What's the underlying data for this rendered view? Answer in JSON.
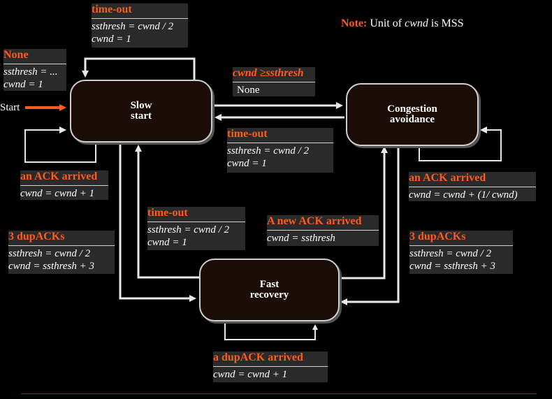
{
  "note": {
    "label": "Note:",
    "text_before": "Unit of",
    "variable": "cwnd",
    "text_after": "is MSS"
  },
  "start_label": "Start",
  "states": {
    "slow_start": [
      "Slow",
      "start"
    ],
    "congestion_avoidance": [
      "Congestion",
      "avoidance"
    ],
    "fast_recovery": [
      "Fast",
      "recovery"
    ]
  },
  "transitions": {
    "timeout_top": {
      "event": "time-out",
      "actions": [
        "ssthresh = cwnd / 2",
        "cwnd = 1"
      ]
    },
    "none_start": {
      "event": "None",
      "actions": [
        "ssthresh = ...",
        "cwnd = 1"
      ]
    },
    "cwnd_ge_ssthresh": {
      "event": "cwnd ≥ssthresh",
      "actions": [
        "None"
      ]
    },
    "timeout_ca_to_ss": {
      "event": "time-out",
      "actions": [
        "ssthresh = cwnd / 2",
        "cwnd = 1"
      ]
    },
    "ack_slow_start": {
      "event": "an ACK arrived",
      "actions": [
        "cwnd = cwnd + 1"
      ]
    },
    "ack_congestion": {
      "event": "an ACK arrived",
      "actions": [
        "cwnd = cwnd + (1/ cwnd)"
      ]
    },
    "timeout_fr_to_ss": {
      "event": "time-out",
      "actions": [
        "ssthresh = cwnd / 2",
        "cwnd = 1"
      ]
    },
    "new_ack": {
      "event": "A  new ACK arrived",
      "actions": [
        "cwnd = ssthresh"
      ]
    },
    "dupacks_left": {
      "event": "3 dupACKs",
      "actions": [
        "ssthresh = cwnd / 2",
        "cwnd = ssthresh + 3"
      ]
    },
    "dupacks_right": {
      "event": "3 dupACKs",
      "actions": [
        "ssthresh = cwnd / 2",
        "cwnd = ssthresh + 3"
      ]
    },
    "dupack_fr": {
      "event": "a dupACK arrived",
      "actions": [
        "cwnd = cwnd + 1"
      ]
    }
  },
  "colors": {
    "accent": "#ff5a1f",
    "state_fill": "#1b0d08",
    "label_fill": "#2a2a2a",
    "wire": "#e8e8e8"
  }
}
